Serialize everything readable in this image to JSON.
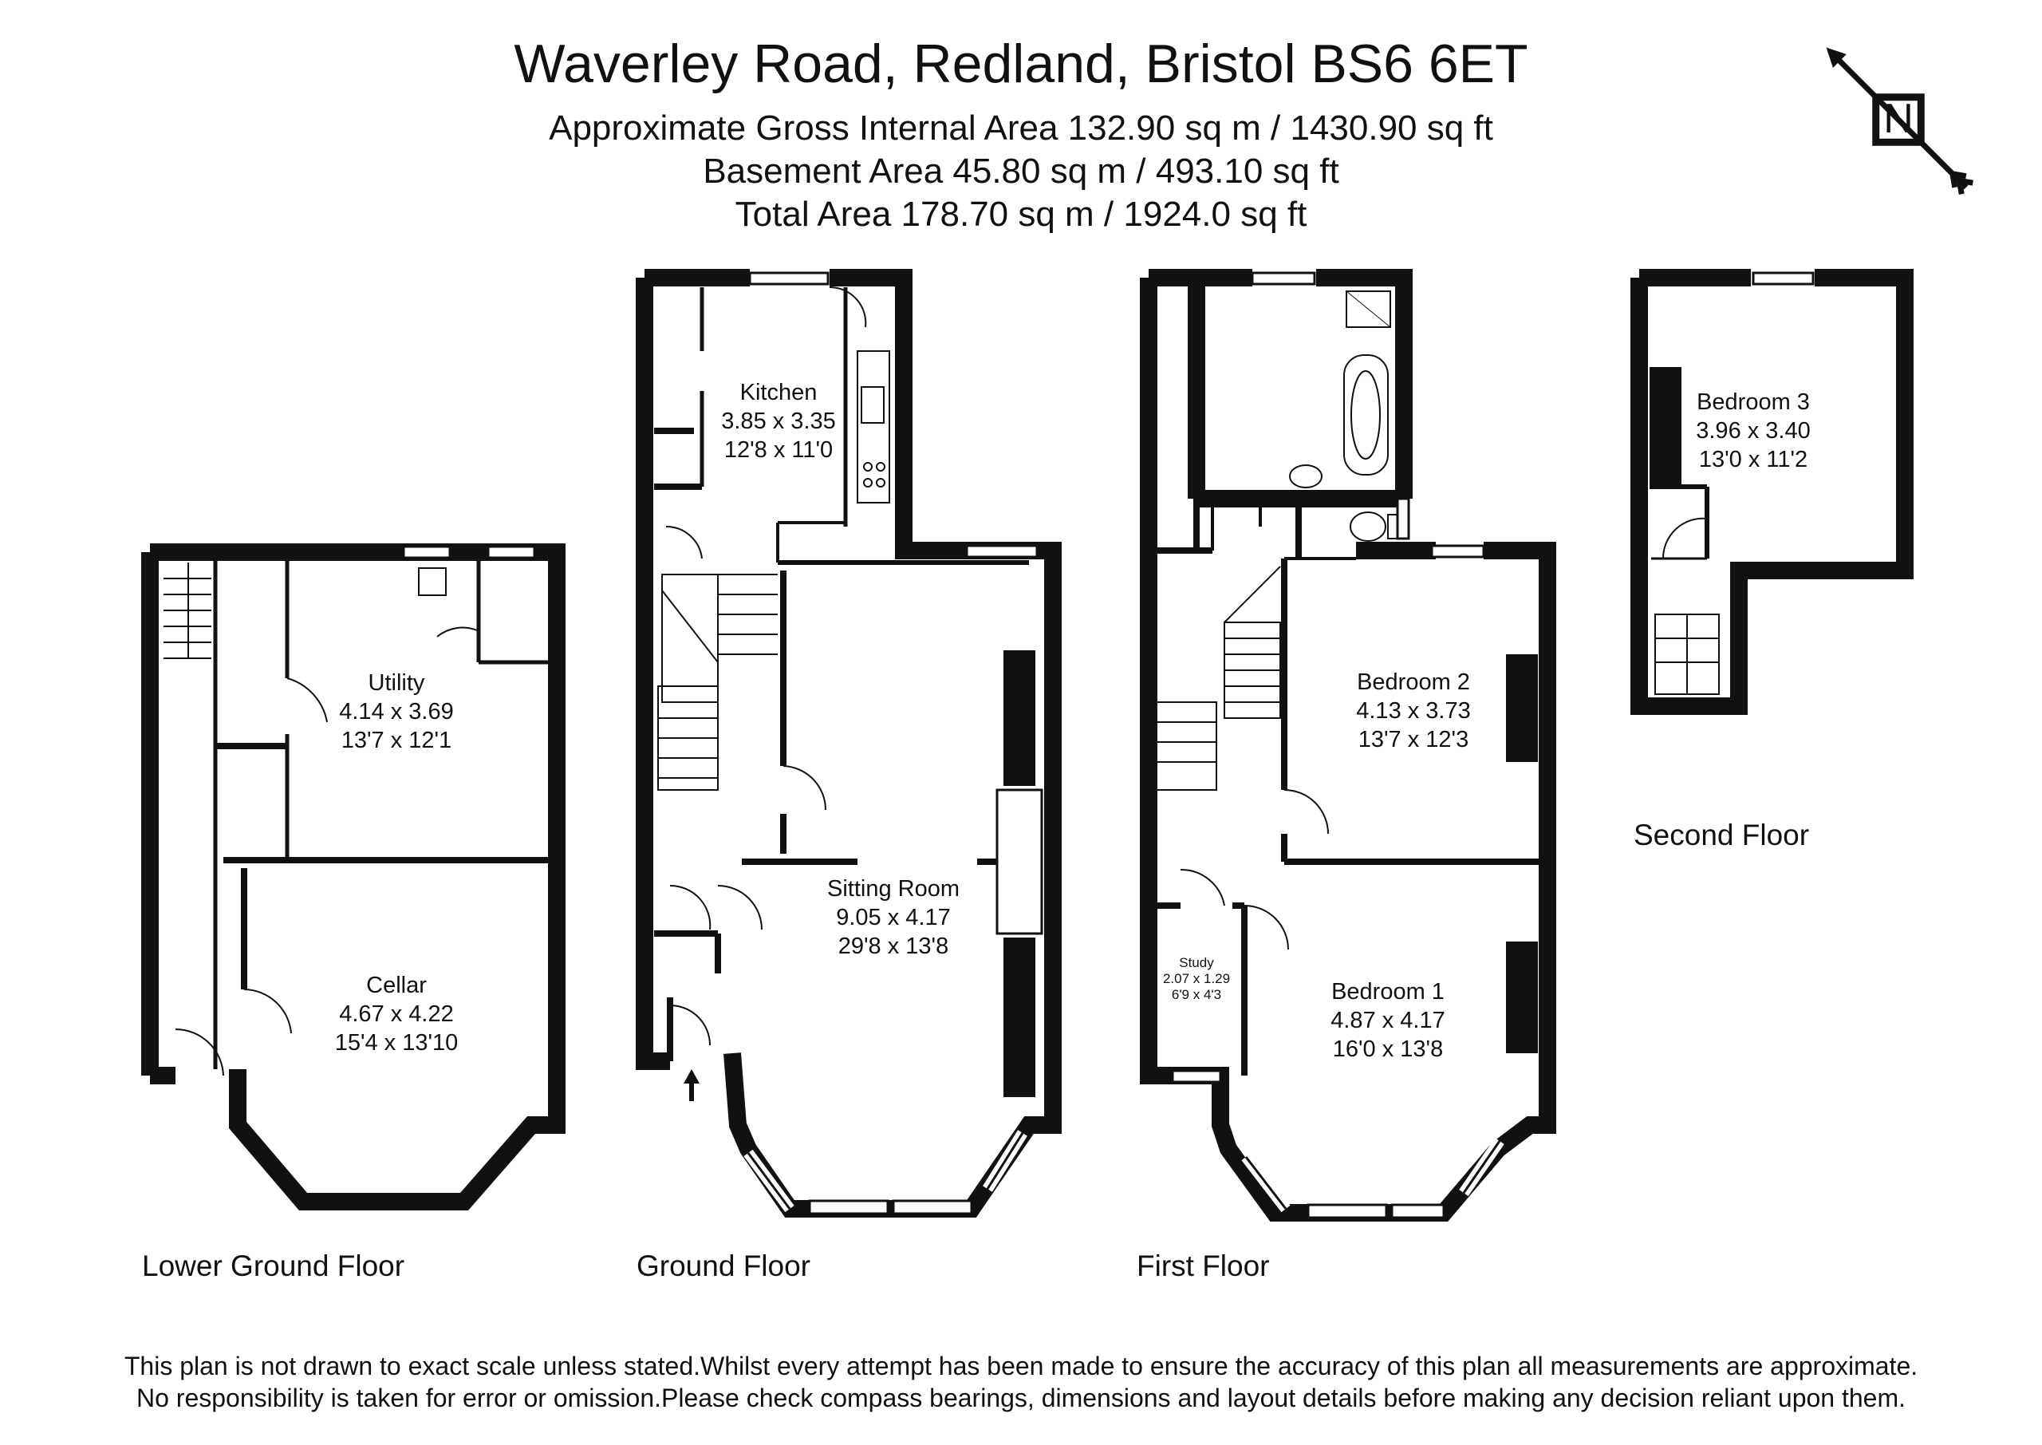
{
  "header": {
    "title": "Waverley Road, Redland, Bristol BS6 6ET",
    "gross_internal_area": "Approximate Gross Internal Area 132.90 sq m / 1430.90 sq ft",
    "basement_area": "Basement Area 45.80 sq m / 493.10 sq ft",
    "total_area": "Total Area 178.70 sq m / 1924.0 sq ft"
  },
  "compass": {
    "icon": "north-arrow-icon",
    "letter": "N"
  },
  "floors": {
    "lower_ground": {
      "label": "Lower Ground Floor",
      "rooms": {
        "utility": {
          "name": "Utility",
          "metric": "4.14 x 3.69",
          "imperial": "13'7 x 12'1"
        },
        "cellar": {
          "name": "Cellar",
          "metric": "4.67 x 4.22",
          "imperial": "15'4 x 13'10"
        }
      }
    },
    "ground": {
      "label": "Ground Floor",
      "rooms": {
        "kitchen": {
          "name": "Kitchen",
          "metric": "3.85 x 3.35",
          "imperial": "12'8 x 11'0"
        },
        "sitting_room": {
          "name": "Sitting Room",
          "metric": "9.05 x 4.17",
          "imperial": "29'8 x 13'8"
        }
      }
    },
    "first": {
      "label": "First Floor",
      "rooms": {
        "bedroom2": {
          "name": "Bedroom 2",
          "metric": "4.13 x 3.73",
          "imperial": "13'7 x 12'3"
        },
        "bedroom1": {
          "name": "Bedroom 1",
          "metric": "4.87 x 4.17",
          "imperial": "16'0 x 13'8"
        },
        "study": {
          "name": "Study",
          "metric": "2.07 x 1.29",
          "imperial": "6'9 x 4'3"
        }
      }
    },
    "second": {
      "label": "Second Floor",
      "rooms": {
        "bedroom3": {
          "name": "Bedroom 3",
          "metric": "3.96 x 3.40",
          "imperial": "13'0 x 11'2"
        }
      }
    }
  },
  "disclaimer": {
    "line1": "This plan is not drawn to exact scale unless stated.Whilst every attempt has been made to ensure the accuracy of this plan all measurements are approximate.",
    "line2": "No responsibility is taken for error or omission.Please check compass bearings, dimensions and layout details before making any decision reliant upon them."
  }
}
